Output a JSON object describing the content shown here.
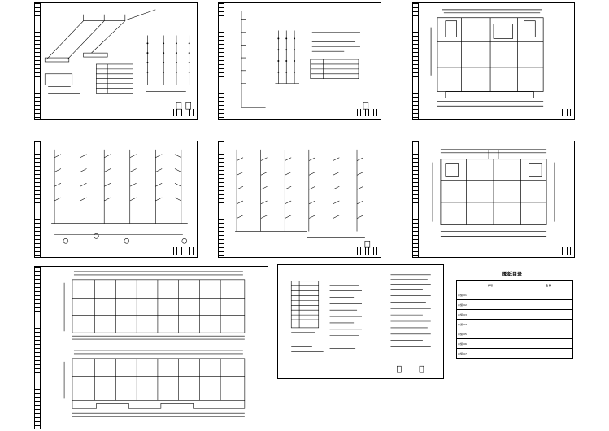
{
  "sheets": [
    {
      "id": "isometric-system"
    },
    {
      "id": "riser-with-notes"
    },
    {
      "id": "floor-plan-upper"
    },
    {
      "id": "riser-diagram-a"
    },
    {
      "id": "riser-diagram-b"
    },
    {
      "id": "floor-plan-lower"
    },
    {
      "id": "site-floor-plans"
    },
    {
      "id": "design-notes"
    }
  ],
  "index_table": {
    "title": "图纸目录",
    "header": [
      "序号",
      "名 称"
    ],
    "rows": [
      [
        "水施-01",
        ""
      ],
      [
        "水施-02",
        ""
      ],
      [
        "水施-03",
        ""
      ],
      [
        "水施-04",
        ""
      ],
      [
        "水施-05",
        ""
      ],
      [
        "水施-06",
        ""
      ],
      [
        "水施-07",
        ""
      ]
    ]
  },
  "colors": {
    "line": "#000000",
    "paper": "#ffffff"
  }
}
